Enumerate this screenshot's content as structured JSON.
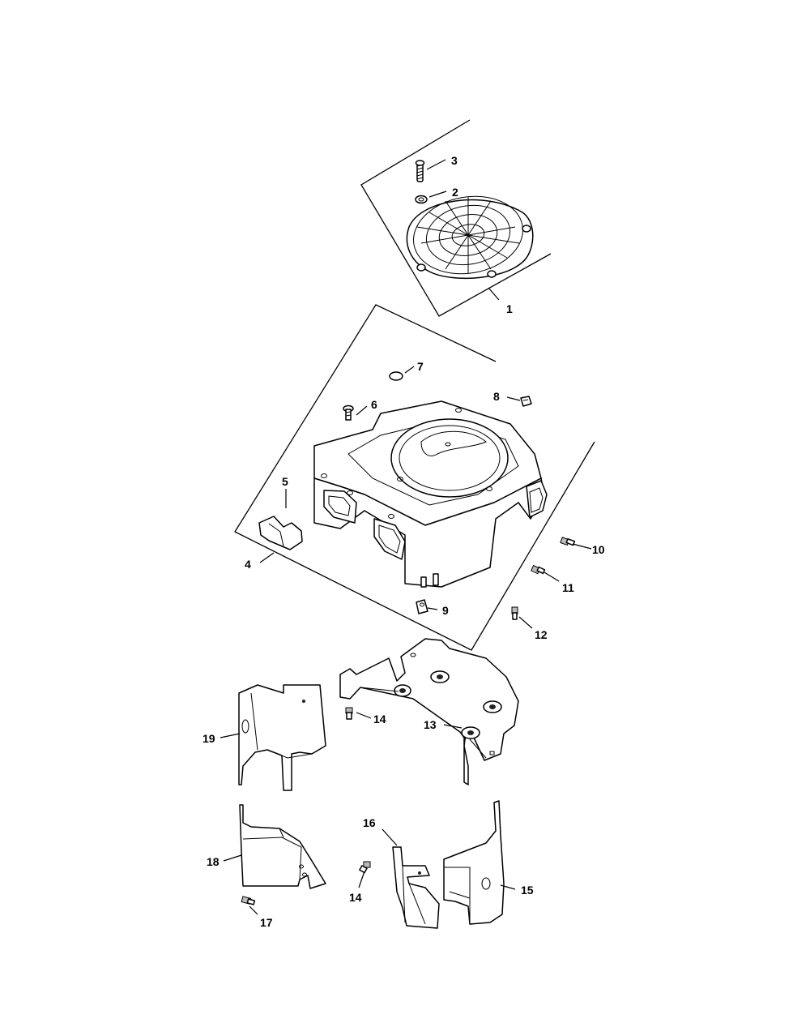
{
  "callouts": {
    "c1": "1",
    "c2": "2",
    "c3": "3",
    "c4": "4",
    "c5": "5",
    "c6": "6",
    "c7": "7",
    "c8": "8",
    "c9": "9",
    "c10": "10",
    "c11": "11",
    "c12": "12",
    "c13": "13",
    "c14a": "14",
    "c14b": "14",
    "c15": "15",
    "c16": "16",
    "c17": "17",
    "c18": "18",
    "c19": "19"
  }
}
